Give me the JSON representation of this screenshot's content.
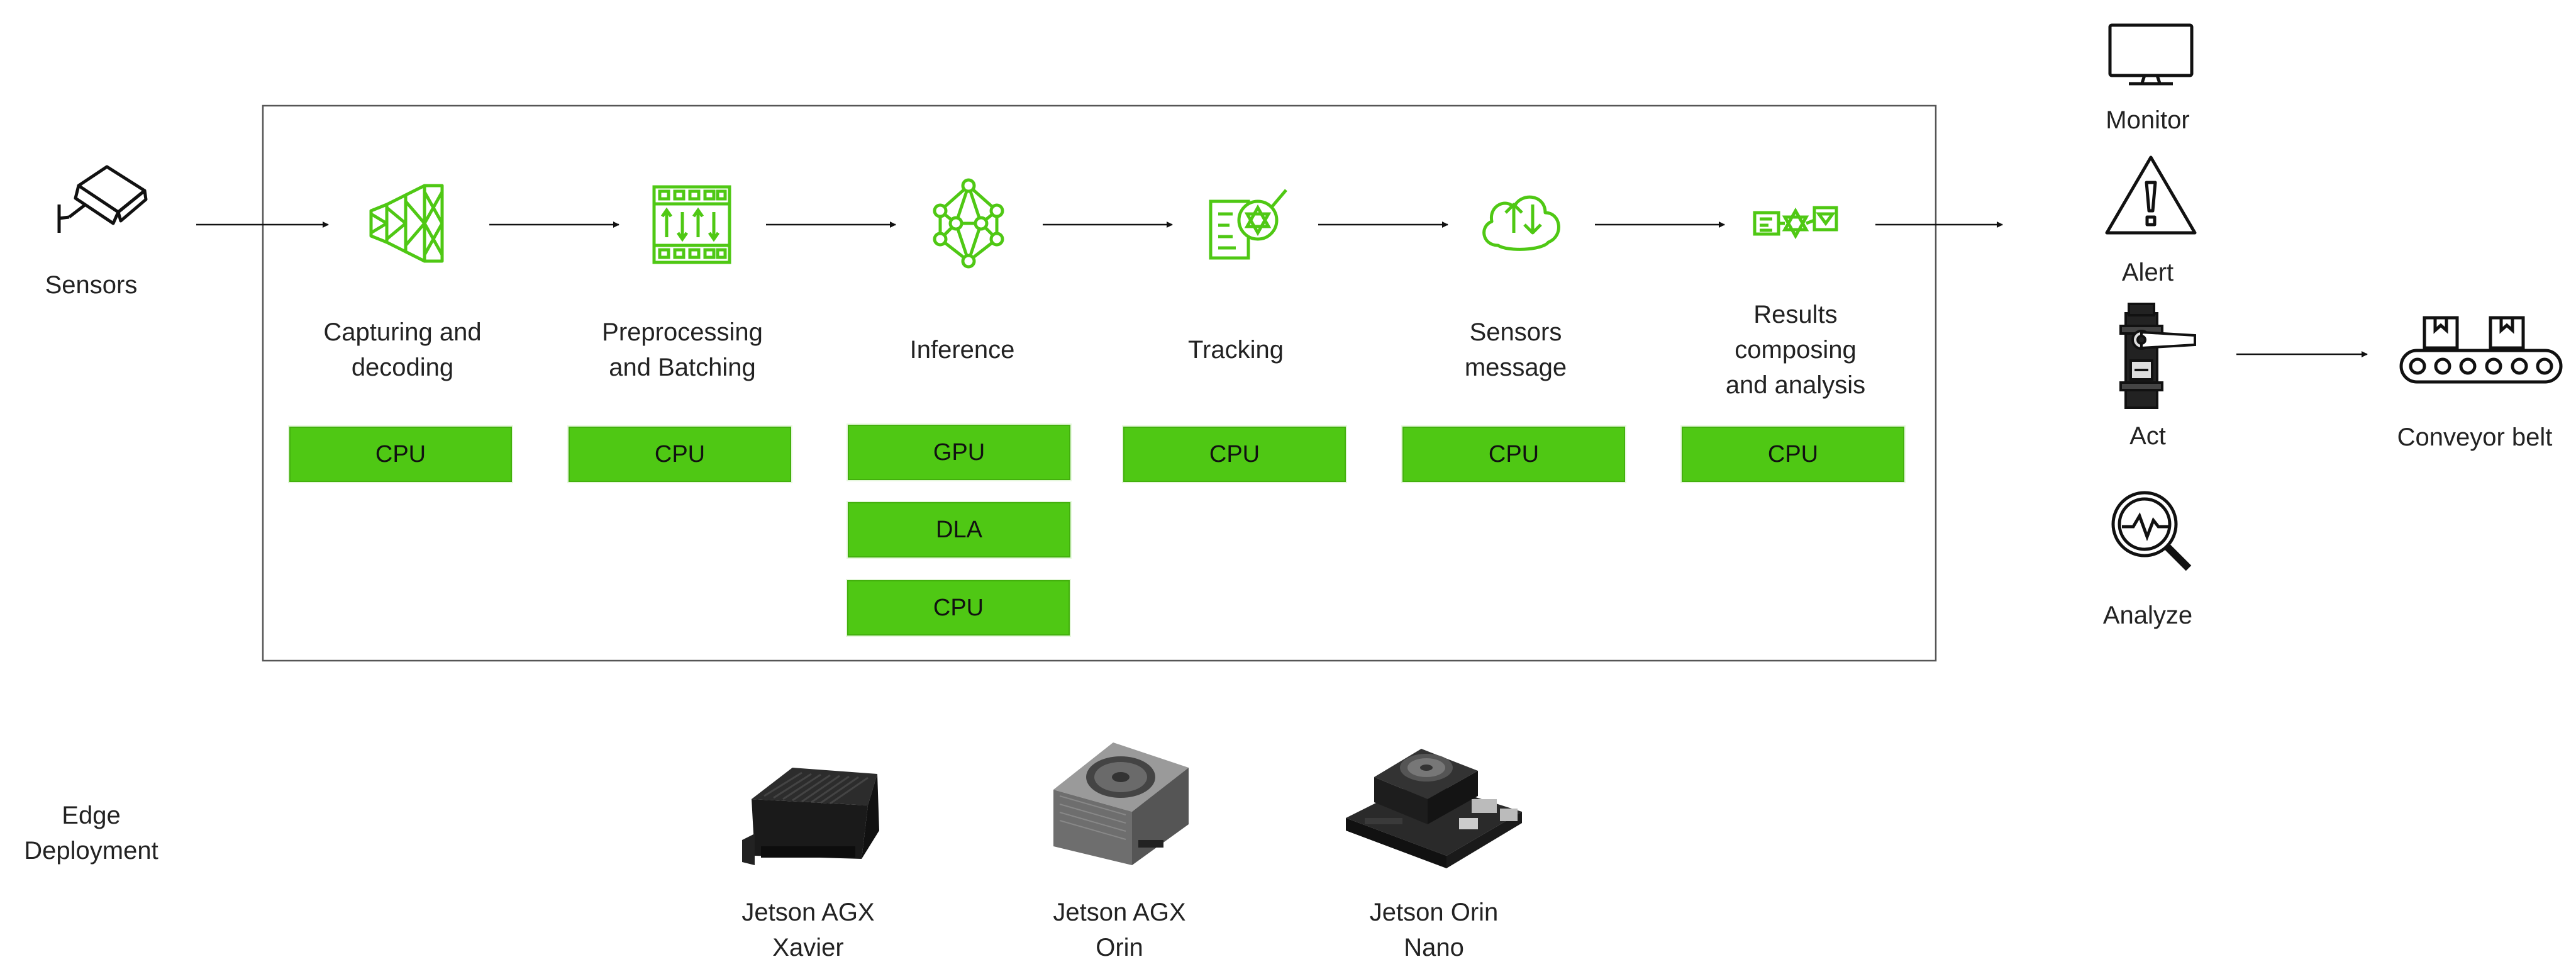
{
  "sensors": {
    "label": "Sensors"
  },
  "pipeline": {
    "stages": [
      {
        "label": "Capturing and\ndecoding",
        "icon": "decode-icon",
        "chips": [
          "CPU"
        ]
      },
      {
        "label": "Preprocessing\nand Batching",
        "icon": "batching-icon",
        "chips": [
          "CPU"
        ]
      },
      {
        "label": "Inference",
        "icon": "neural-network-icon",
        "chips": [
          "GPU",
          "DLA",
          "CPU"
        ]
      },
      {
        "label": "Tracking",
        "icon": "tracking-icon",
        "chips": [
          "CPU"
        ]
      },
      {
        "label": "Sensors\nmessage",
        "icon": "cloud-message-icon",
        "chips": [
          "CPU"
        ]
      },
      {
        "label": "Results\ncomposing\nand analysis",
        "icon": "analysis-flow-icon",
        "chips": [
          "CPU"
        ]
      }
    ],
    "accent_color": "#4fc814"
  },
  "outputs": [
    {
      "label": "Monitor",
      "icon": "monitor-icon"
    },
    {
      "label": "Alert",
      "icon": "alert-icon"
    },
    {
      "label": "Act",
      "icon": "servo-icon"
    },
    {
      "label": "Analyze",
      "icon": "magnifier-chart-icon"
    }
  ],
  "conveyor": {
    "label": "Conveyor belt",
    "icon": "conveyor-belt-icon"
  },
  "edge": {
    "label": "Edge\nDeployment",
    "devices": [
      {
        "label": "Jetson AGX\nXavier",
        "icon": "jetson-agx-xavier-icon"
      },
      {
        "label": "Jetson AGX\nOrin",
        "icon": "jetson-agx-orin-icon"
      },
      {
        "label": "Jetson Orin\nNano",
        "icon": "jetson-orin-nano-icon"
      }
    ]
  }
}
